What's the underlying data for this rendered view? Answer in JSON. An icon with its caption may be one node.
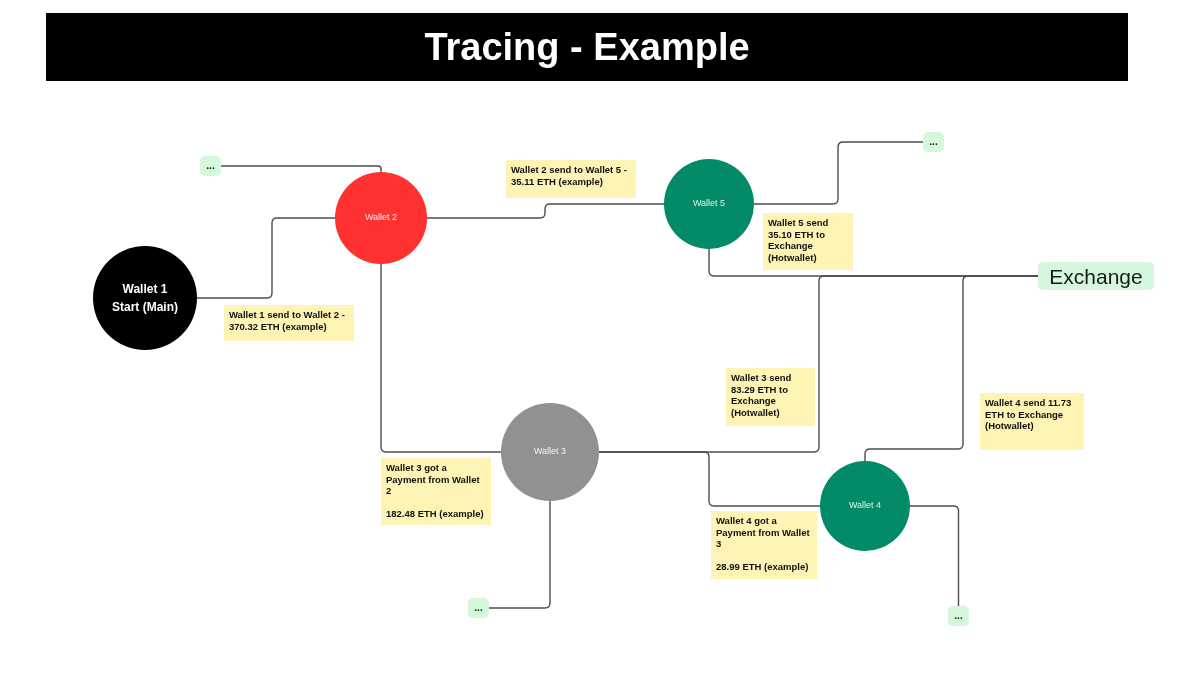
{
  "diagram": {
    "title": "Tracing - Example",
    "nodes": [
      {
        "text": [
          "Wallet 1",
          "Start (Main)"
        ]
      },
      {
        "text": [
          "Wallet 2"
        ]
      },
      {
        "text": [
          "Wallet 5"
        ]
      },
      {
        "text": [
          "Exchange"
        ]
      },
      {
        "text": [
          "Wallet 3"
        ]
      },
      {
        "text": [
          "Wallet 4"
        ]
      },
      {
        "text": [
          "..."
        ]
      },
      {
        "text": [
          "..."
        ]
      },
      {
        "text": [
          "..."
        ]
      },
      {
        "text": [
          "..."
        ]
      },
      {
        "text": [
          "Wallet 1 send to Wallet 2 - 370.32 ETH (example)"
        ]
      },
      {
        "text": [
          "Wallet 2 send to Wallet 5 - 35.11 ETH (example)"
        ]
      },
      {
        "text": [
          "Wallet 5 send 35.10 ETH to Exchange (Hotwallet)"
        ]
      },
      {
        "text": [
          "Wallet 3 send 83.29 ETH to Exchange (Hotwallet)"
        ]
      },
      {
        "text": [
          "Wallet 4 send 11.73 ETH to Exchange (Hotwallet)"
        ]
      },
      {
        "text": [
          "Wallet 3 got a Payment from Wallet 2",
          "182.48 ETH (example)"
        ]
      },
      {
        "text": [
          "Wallet 4 got a Payment from Wallet 3",
          "28.99 ETH (example)"
        ]
      }
    ],
    "edges": [
      {
        "from": 0,
        "to": 1,
        "arrow": "none"
      },
      {
        "from": 1,
        "to": 6,
        "arrow": "none"
      },
      {
        "from": 1,
        "to": 2,
        "arrow": "none"
      },
      {
        "from": 1,
        "to": 4,
        "arrow": "none"
      },
      {
        "from": 2,
        "to": 7,
        "arrow": "none"
      },
      {
        "from": 2,
        "to": 3,
        "arrow": "none"
      },
      {
        "from": 4,
        "to": 3,
        "arrow": "none"
      },
      {
        "from": 4,
        "to": 5,
        "arrow": "none"
      },
      {
        "from": 4,
        "to": 8,
        "arrow": "none"
      },
      {
        "from": 5,
        "to": 3,
        "arrow": "none"
      },
      {
        "from": 5,
        "to": 9,
        "arrow": "none"
      }
    ]
  }
}
